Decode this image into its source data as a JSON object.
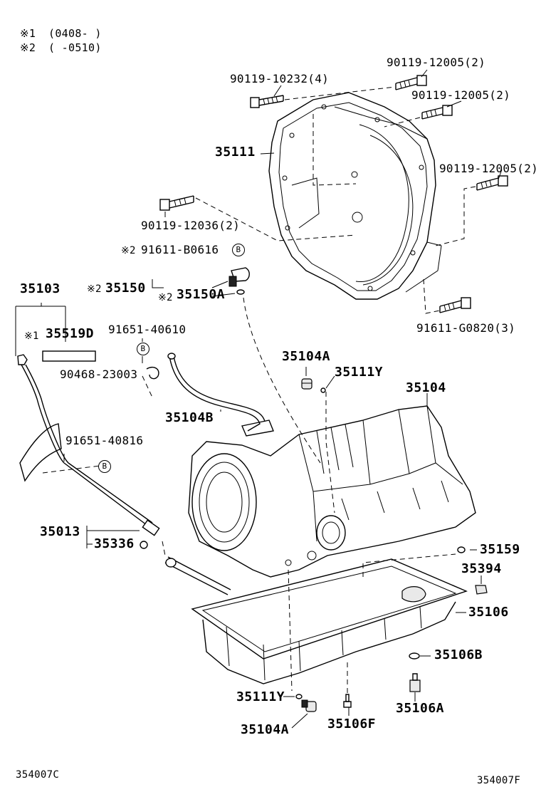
{
  "notes": {
    "n1_mark": "※1",
    "n1_range": "(0408-      )",
    "n2_mark": "※2",
    "n2_range": "(      -0510)"
  },
  "callouts": {
    "c_90119_10232": "90119-10232(4)",
    "c_90119_12005_a": "90119-12005(2)",
    "c_90119_12005_b": "90119-12005(2)",
    "c_35111": "35111",
    "c_90119_12005_c": "90119-12005(2)",
    "c_90119_12036": "90119-12036(2)",
    "c_91611_b0616_mark": "※2",
    "c_91611_b0616": "91611-B0616",
    "c_35103": "35103",
    "c_35150_mark": "※2",
    "c_35150": "35150",
    "c_35150a_mark": "※2",
    "c_35150a": "35150A",
    "c_91611_g0820": "91611-G0820(3)",
    "c_35519d_mark": "※1",
    "c_35519d": "35519D",
    "c_91651_40610": "91651-40610",
    "c_90468_23003": "90468-23003",
    "c_35104a_top": "35104A",
    "c_35111y_top": "35111Y",
    "c_35104": "35104",
    "c_35104b": "35104B",
    "c_91651_40816": "91651-40816",
    "c_35013": "35013",
    "c_35336": "35336",
    "c_35159": "35159",
    "c_35394": "35394",
    "c_35106": "35106",
    "c_35106b": "35106B",
    "c_35111y_bottom": "35111Y",
    "c_35106a": "35106A",
    "c_35104a_bottom": "35104A",
    "c_35106f": "35106F"
  },
  "bolt_badge": "B",
  "footer": {
    "left_code": "354007C",
    "right_code": "354007F"
  }
}
